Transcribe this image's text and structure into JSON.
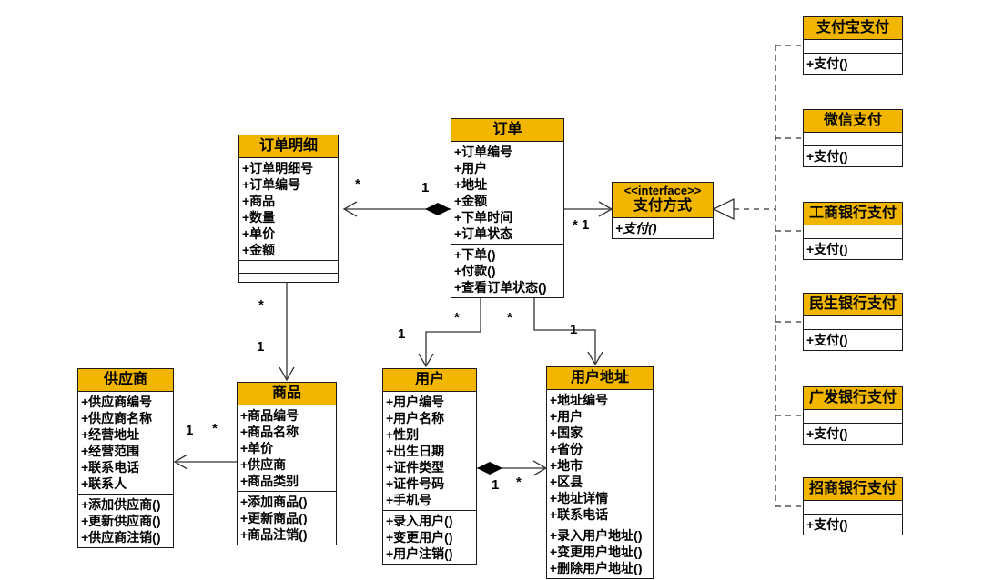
{
  "colors": {
    "header": "#F2B600",
    "border": "#1a1a1a",
    "background": "#ffffff",
    "line": "#333333"
  },
  "classes": {
    "order_detail": {
      "title": "订单明细",
      "attributes": [
        "+订单明细号",
        "+订单编号",
        "+商品",
        "+数量",
        "+单价",
        "+金额"
      ],
      "methods": []
    },
    "order": {
      "title": "订单",
      "attributes": [
        "+订单编号",
        "+用户",
        "+地址",
        "+金额",
        "+下单时间",
        "+订单状态"
      ],
      "methods": [
        "+下单()",
        "+付款()",
        "+查看订单状态()"
      ]
    },
    "payment_interface": {
      "stereotype": "<<interface>>",
      "title": "支付方式",
      "methods": [
        "+支付()"
      ]
    },
    "alipay": {
      "title": "支付宝支付",
      "attributes": [],
      "methods": [
        "+支付()"
      ]
    },
    "wechat": {
      "title": "微信支付",
      "attributes": [],
      "methods": [
        "+支付()"
      ]
    },
    "icbc": {
      "title": "工商银行支付",
      "attributes": [],
      "methods": [
        "+支付()"
      ]
    },
    "minsheng": {
      "title": "民生银行支付",
      "attributes": [],
      "methods": [
        "+支付()"
      ]
    },
    "guangfa": {
      "title": "广发银行支付",
      "attributes": [],
      "methods": [
        "+支付()"
      ]
    },
    "cmb": {
      "title": "招商银行支付",
      "attributes": [],
      "methods": [
        "+支付()"
      ]
    },
    "supplier": {
      "title": "供应商",
      "attributes": [
        "+供应商编号",
        "+供应商名称",
        "+经营地址",
        "+经营范围",
        "+联系电话",
        "+联系人"
      ],
      "methods": [
        "+添加供应商()",
        "+更新供应商()",
        "+供应商注销()"
      ]
    },
    "product": {
      "title": "商品",
      "attributes": [
        "+商品编号",
        "+商品名称",
        "+单价",
        "+供应商",
        "+商品类别"
      ],
      "methods": [
        "+添加商品()",
        "+更新商品()",
        "+商品注销()"
      ]
    },
    "user": {
      "title": "用户",
      "attributes": [
        "+用户编号",
        "+用户名称",
        "+性别",
        "+出生日期",
        "+证件类型",
        "+证件号码",
        "+手机号"
      ],
      "methods": [
        "+录入用户()",
        "+变更用户()",
        "+用户注销()"
      ]
    },
    "user_address": {
      "title": "用户地址",
      "attributes": [
        "+地址编号",
        "+用户",
        "+国家",
        "+省份",
        "+地市",
        "+区县",
        "+地址详情",
        "+联系电话"
      ],
      "methods": [
        "+录入用户地址()",
        "+变更用户地址()",
        "+删除用户地址()"
      ]
    }
  },
  "multiplicities": {
    "detail_order_star": "*",
    "detail_order_one": "1",
    "order_payment": "* 1",
    "detail_product_star": "*",
    "detail_product_one": "1",
    "order_user_star": "*",
    "order_user_one": "1",
    "order_address_star": "*",
    "order_address_one": "1",
    "product_supplier_one": "1",
    "product_supplier_star": "*",
    "user_address_one": "1",
    "user_address_star": "*"
  }
}
